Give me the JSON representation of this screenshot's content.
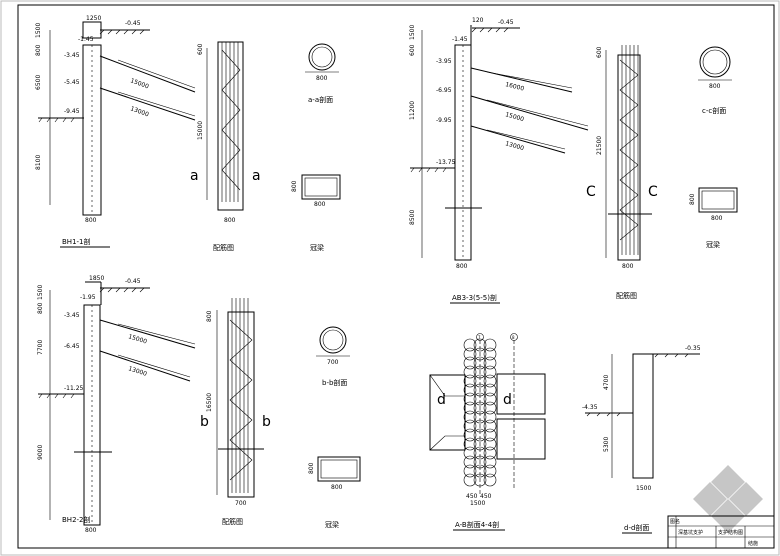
{
  "colors": {
    "line": "#000000",
    "background": "#ffffff",
    "watermark": "#b8b8b8"
  },
  "wall1": {
    "title": "BH1-1剖",
    "dims": [
      "1500",
      "800",
      "6500",
      "8100"
    ],
    "top_width": "1250",
    "levels": [
      "-0.45",
      "-1.45",
      "-3.45",
      "-5.45",
      "-9.45"
    ],
    "anchor_lens": [
      "15000",
      "13000"
    ],
    "base_width": "800"
  },
  "cage1": {
    "title": "配筋图",
    "length": "15000",
    "top": "600",
    "width": "800",
    "mark": "a"
  },
  "sec_a": {
    "title": "a-a剖面",
    "dia": "800"
  },
  "beam1": {
    "title": "冠梁",
    "w": "800",
    "h": "800"
  },
  "wall2": {
    "title": "AB3-3(5-5)剖",
    "dims": [
      "1500",
      "600",
      "11200",
      "8500"
    ],
    "top_width": "120",
    "levels": [
      "-0.45",
      "-1.45",
      "-3.95",
      "-6.95",
      "-9.95",
      "-13.75"
    ],
    "anchor_lens": [
      "16000",
      "15000",
      "13000"
    ],
    "base_width": "800"
  },
  "cage2": {
    "title": "配筋图",
    "length": "21500",
    "top": "600",
    "width": "800",
    "mark": "C"
  },
  "sec_c": {
    "title": "c-c剖面",
    "dia": "800"
  },
  "beam2": {
    "title": "冠梁",
    "w": "800",
    "h": "800"
  },
  "wall3": {
    "title": "BH2-2剖",
    "dims": [
      "1500",
      "800",
      "7700",
      "9000"
    ],
    "top_width": "1850",
    "levels": [
      "-0.45",
      "-1.95",
      "-3.45",
      "-6.45",
      "-11.25"
    ],
    "anchor_lens": [
      "15000",
      "13000"
    ],
    "base_width": "800"
  },
  "cage3": {
    "title": "配筋图",
    "length": "16500",
    "top": "800",
    "width": "700",
    "mark": "b"
  },
  "sec_b": {
    "title": "b-b剖面",
    "dia": "700"
  },
  "beam3": {
    "title": "冠梁",
    "w": "800",
    "h": "800"
  },
  "plan": {
    "title": "A-B剖面4-4剖",
    "dims": [
      "450",
      "450"
    ],
    "width": "1500",
    "axis": [
      "7",
      "8"
    ],
    "mark": "d"
  },
  "sec_d": {
    "title": "d-d剖面",
    "dims": [
      "4700",
      "5300"
    ],
    "width": "1500",
    "levels": [
      "-0.35",
      "-4.35"
    ]
  },
  "title_block": {
    "row1": "图名",
    "row2": "深基坑支护",
    "row3": "支护结构图",
    "row4": "结施"
  }
}
